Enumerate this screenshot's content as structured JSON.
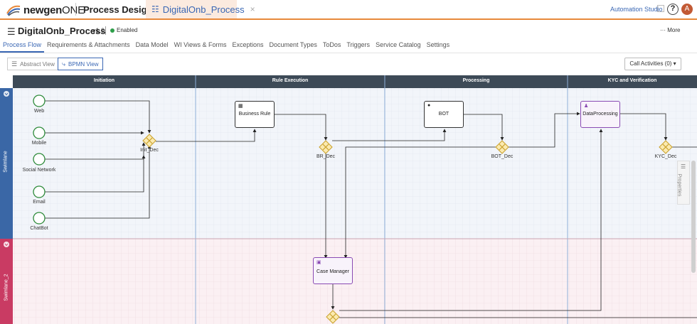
{
  "topbar": {
    "brand_bold": "newgen",
    "brand_light": "ONE",
    "app_name": "Process Designer",
    "tab_label": "DigitalOnb_Process",
    "tab_close": "×",
    "automation_link": "Automation Studio",
    "help": "?",
    "avatar_initial": "A",
    "accent_color": "#e8893a"
  },
  "process": {
    "title": "DigitalOnb_Process",
    "version": "v1.0",
    "status": "Enabled",
    "status_color": "#2e9e4a",
    "more_label": "··· More"
  },
  "nav": {
    "tabs": [
      "Process Flow",
      "Requirements & Attachments",
      "Data Model",
      "WI Views & Forms",
      "Exceptions",
      "Document Types",
      "ToDos",
      "Triggers",
      "Service Catalog",
      "Settings"
    ]
  },
  "toolbar": {
    "abstract_view": "Abstract View",
    "bpmn_view": "BPMN View",
    "call_activities": "Call Activities (0) ▾"
  },
  "canvas": {
    "phases": [
      "Initiation",
      "Rule Execution",
      "Processing",
      "KYC and Verification"
    ],
    "swimlanes": [
      "Swimlane",
      "Swimlane_2"
    ],
    "start_events": [
      "Web",
      "Mobile",
      "Social Network",
      "Email",
      "ChatBot"
    ],
    "gateways": {
      "init": "Init_Dec",
      "br": "BR_Dec",
      "bot": "BOT_Dec",
      "kyc": "KYC_Dec"
    },
    "tasks": {
      "business_rule": "Business Rule",
      "bot": "BOT",
      "data_processing": "DataProcessing",
      "case_manager": "Case Manager"
    },
    "properties_label": "Properties"
  }
}
